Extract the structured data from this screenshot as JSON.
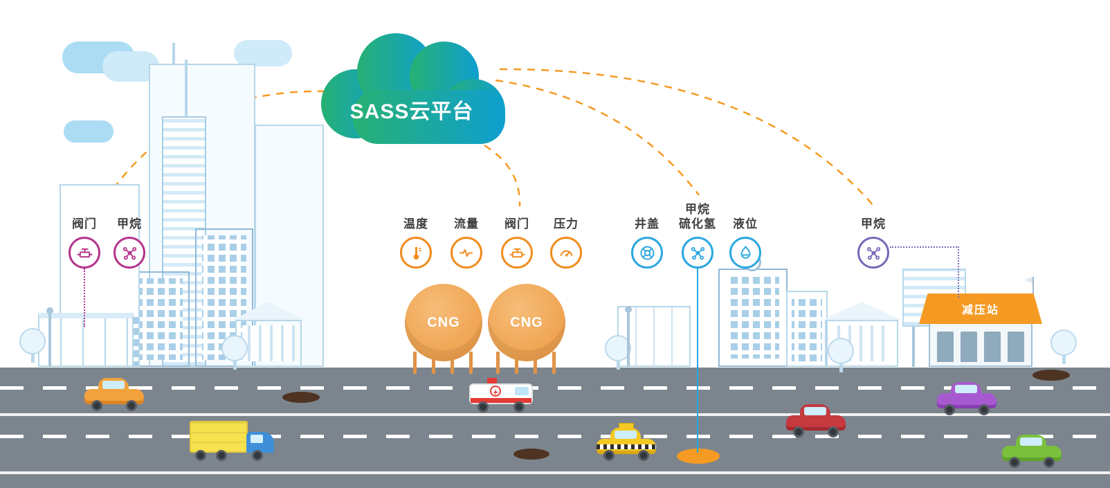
{
  "cloud": {
    "label": "SASS云平台"
  },
  "tanks": {
    "tank1_label": "CNG",
    "tank2_label": "CNG"
  },
  "station": {
    "label": "减压站"
  },
  "sensor_groups": [
    {
      "name": "city-sensors",
      "color": "#b5348c",
      "items": [
        {
          "label": "阀门",
          "icon": "valve-icon"
        },
        {
          "label": "甲烷",
          "icon": "methane-icon"
        }
      ]
    },
    {
      "name": "cng-tank-sensors",
      "color": "#f08c1e",
      "items": [
        {
          "label": "温度",
          "icon": "temperature-icon"
        },
        {
          "label": "流量",
          "icon": "flow-icon"
        },
        {
          "label": "阀门",
          "icon": "valve-icon"
        },
        {
          "label": "压力",
          "icon": "pressure-icon"
        }
      ]
    },
    {
      "name": "pipeline-sensors",
      "color": "#2aa7e0",
      "items": [
        {
          "label": "井盖",
          "icon": "manhole-icon"
        },
        {
          "label": "甲烷",
          "label2": "硫化氢",
          "icon": "gas-molecule-icon"
        },
        {
          "label": "液位",
          "icon": "level-icon"
        }
      ]
    },
    {
      "name": "reduction-station-sensors",
      "color": "#7a68b8",
      "items": [
        {
          "label": "甲烷",
          "icon": "methane-icon"
        }
      ]
    }
  ],
  "colors": {
    "accent_orange": "#f59a23",
    "magenta": "#b5348c",
    "blue": "#2aa7e0",
    "purple": "#7a68b8",
    "cloud_green": "#27b173",
    "cloud_blue": "#0f9fd0",
    "road": "#7c858d"
  }
}
